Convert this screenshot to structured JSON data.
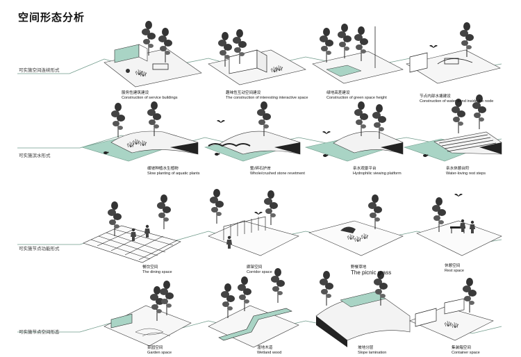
{
  "title": "空间形态分析",
  "rows": [
    {
      "label": "可实施空间连续形式"
    },
    {
      "label": "可实施滨水形式"
    },
    {
      "label": "可实施节点功能形式"
    },
    {
      "label": "可实施节点空间形态"
    }
  ],
  "captions": [
    {
      "zh": "服务性建筑建设",
      "en": "Construction of service buildings"
    },
    {
      "zh": "趣味性互动空间建设",
      "en": "The construction of interesting interactive space"
    },
    {
      "zh": "绿地高差建设",
      "en": "Construction of green space height"
    },
    {
      "zh": "节点内部水塘建设",
      "en": "Construction of water pond inside the node"
    },
    {
      "zh": "缓坡种植水生植物",
      "en": "Slow planting of aquatic plants"
    },
    {
      "zh": "整/碎石护岸",
      "en": "Whole/crushed stone revetment"
    },
    {
      "zh": "亲水观景平台",
      "en": "Hydrophilic viewing platform"
    },
    {
      "zh": "亲水休憩台阶",
      "en": "Water-loving rest steps"
    },
    {
      "zh": "餐饮空间",
      "en": "The dining space"
    },
    {
      "zh": "廊架空间",
      "en": "Corridor space"
    },
    {
      "zh": "野餐草地",
      "en": "The picnic grass"
    },
    {
      "zh": "休憩空间",
      "en": "Rest space"
    },
    {
      "zh": "菜园空间",
      "en": "Garden space"
    },
    {
      "zh": "湿地木道",
      "en": "Wetland wood"
    },
    {
      "zh": "坡地分层",
      "en": "Slope lamination"
    },
    {
      "zh": "集装箱空间",
      "en": "Container space"
    }
  ],
  "colors": {
    "water": "#a9d4c5",
    "baseline": "#6f9a8a",
    "ink": "#111111",
    "shadow": "#222222"
  }
}
